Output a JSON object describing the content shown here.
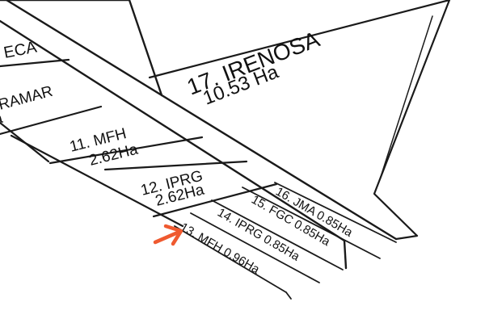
{
  "map": {
    "parcels": [
      {
        "label": "ECA",
        "area": ""
      },
      {
        "label": "RAMAR",
        "area": ""
      },
      {
        "label": "11. MFH",
        "area": "2.62Ha"
      },
      {
        "label": "12. IPRG",
        "area": "2.62Ha"
      },
      {
        "label": "13. MFH 0.96Ha",
        "area": ""
      },
      {
        "label": "14. IPRG 0.85Ha",
        "area": ""
      },
      {
        "label": "15. FGC 0.85Ha",
        "area": ""
      },
      {
        "label": "16. JMA 0.85Ha",
        "area": ""
      },
      {
        "label": "17. IRENOSA",
        "area": "10.53 Ha"
      }
    ],
    "marker": {
      "color": "#ef5a30",
      "points_to": "13. MFH 0.96Ha"
    }
  }
}
